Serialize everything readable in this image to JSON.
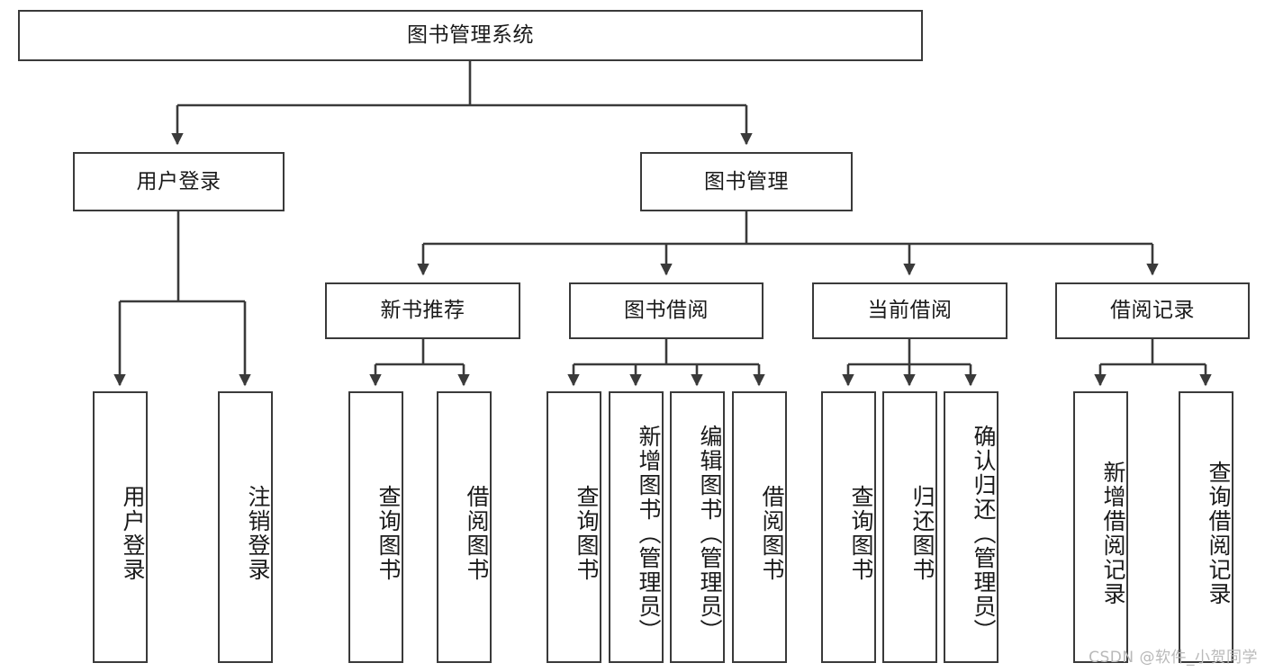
{
  "diagram": {
    "title": "图书管理系统",
    "watermark": "CSDN @软件_小贺同学",
    "edge_color": "#3a3a3a",
    "box_border_color": "#3a3a3a",
    "box_fill_color": "#ffffff",
    "text_color": "#1a1a1a"
  },
  "nodes": {
    "root": {
      "label": "图书管理系统"
    },
    "level2": [
      {
        "id": "user-login",
        "label": "用户登录"
      },
      {
        "id": "book-management",
        "label": "图书管理"
      }
    ],
    "level3": [
      {
        "id": "new-book-recommend",
        "label": "新书推荐"
      },
      {
        "id": "book-borrow",
        "label": "图书借阅"
      },
      {
        "id": "current-borrow",
        "label": "当前借阅"
      },
      {
        "id": "borrow-record",
        "label": "借阅记录"
      }
    ],
    "leaves": {
      "user-login": [
        {
          "id": "leaf-user-login",
          "label": "用户登录"
        },
        {
          "id": "leaf-logout",
          "label": "注销登录"
        }
      ],
      "new-book-recommend": [
        {
          "id": "leaf-query-book-1",
          "label": "查询图书"
        },
        {
          "id": "leaf-borrow-book-1",
          "label": "借阅图书"
        }
      ],
      "book-borrow": [
        {
          "id": "leaf-query-book-2",
          "label": "查询图书"
        },
        {
          "id": "leaf-add-book",
          "label": "新增图书（管理员）"
        },
        {
          "id": "leaf-edit-book",
          "label": "编辑图书（管理员）"
        },
        {
          "id": "leaf-borrow-book-2",
          "label": "借阅图书"
        }
      ],
      "current-borrow": [
        {
          "id": "leaf-query-book-3",
          "label": "查询图书"
        },
        {
          "id": "leaf-return-book",
          "label": "归还图书"
        },
        {
          "id": "leaf-confirm-return",
          "label": "确认归还（管理员）"
        }
      ],
      "borrow-record": [
        {
          "id": "leaf-add-record",
          "label": "新增借阅记录"
        },
        {
          "id": "leaf-query-record",
          "label": "查询借阅记录"
        }
      ]
    }
  }
}
